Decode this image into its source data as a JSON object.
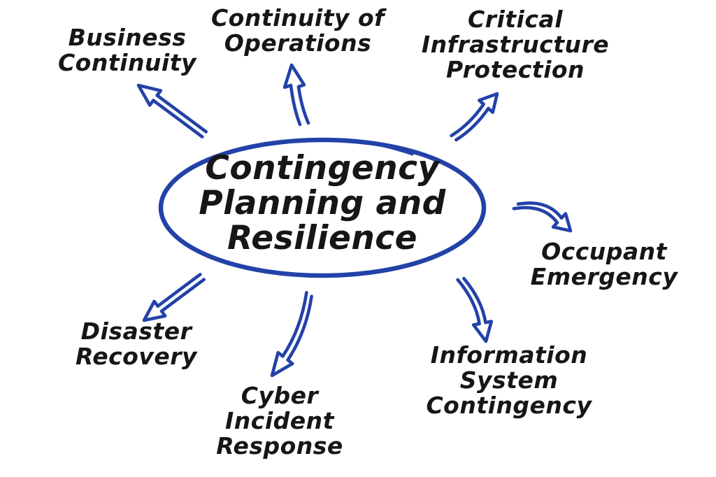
{
  "diagram": {
    "center": {
      "id": "contingency-planning-and-resilience",
      "label": "Contingency\nPlanning and\nResilience"
    },
    "nodes": [
      {
        "id": "business-continuity",
        "label": "Business\nContinuity"
      },
      {
        "id": "continuity-of-operations",
        "label": "Continuity of\nOperations"
      },
      {
        "id": "critical-infrastructure-protection",
        "label": "Critical\nInfrastructure\nProtection"
      },
      {
        "id": "occupant-emergency",
        "label": "Occupant\nEmergency"
      },
      {
        "id": "information-system-contingency",
        "label": "Information\nSystem\nContingency"
      },
      {
        "id": "cyber-incident-response",
        "label": "Cyber\nIncident\nResponse"
      },
      {
        "id": "disaster-recovery",
        "label": "Disaster\nRecovery"
      }
    ],
    "colors": {
      "arrow_blue": "#2342a8",
      "text_color": "#161616",
      "background": "#ffffff"
    }
  }
}
